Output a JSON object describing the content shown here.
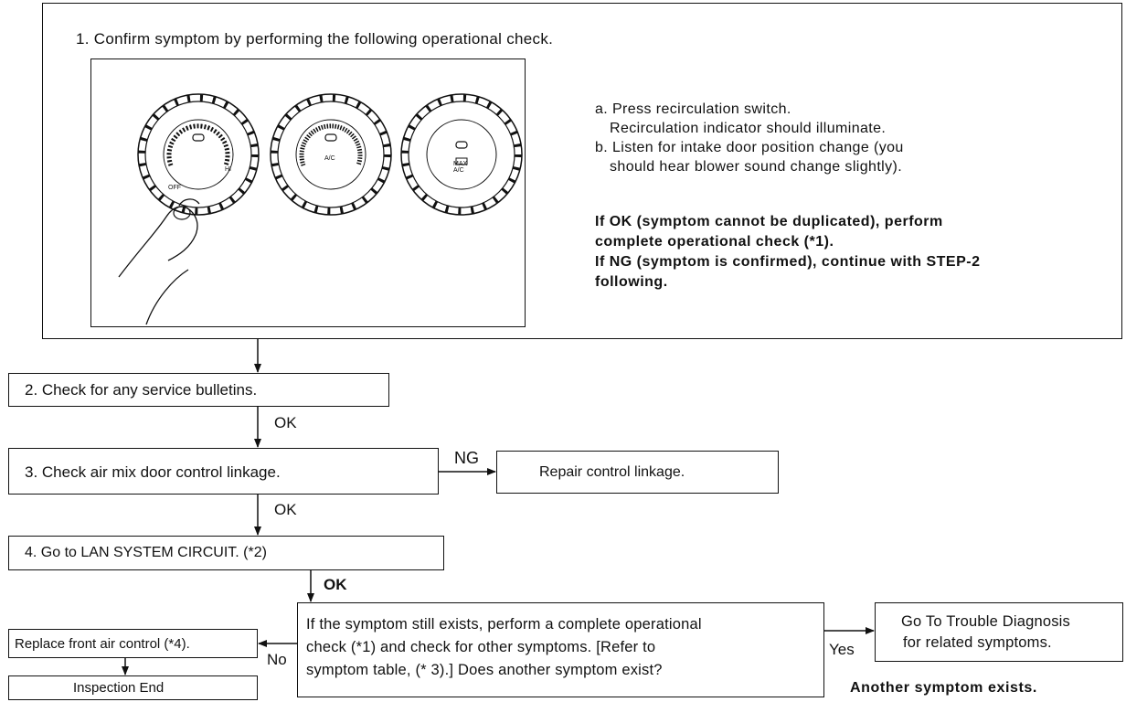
{
  "step1": {
    "title": "1. Confirm symptom by performing the following operational check.",
    "notes": [
      "a. Press recirculation switch.",
      "Recirculation indicator should illuminate.",
      "b. Listen for intake door position change (you",
      "should hear blower sound change slightly)."
    ],
    "ok_lines": [
      "If OK (symptom cannot be duplicated), perform",
      "complete operational check (*1).",
      "If NG (symptom is confirmed), continue with STEP-2",
      "following."
    ],
    "dials": {
      "left": {
        "off": "OFF",
        "hi": "HI"
      },
      "middle": {
        "ac": "A/C"
      },
      "right": {
        "max": "MAX",
        "ac": "A/C"
      }
    }
  },
  "step2": {
    "text": "2. Check for any service bulletins."
  },
  "step3": {
    "text": "3.  Check air mix door control linkage."
  },
  "repair": {
    "text": "Repair control linkage."
  },
  "step4": {
    "text": "4. Go to LAN SYSTEM CIRCUIT. (*2)"
  },
  "replace": {
    "text": "Replace front air control (*4)."
  },
  "inspection_end": {
    "text": "Inspection End"
  },
  "decision": {
    "lines": [
      "If the symptom still exists, perform a complete operational",
      "check (*1) and check for other symptoms. [Refer to",
      "symptom table, (* 3).]  Does another symptom exist?"
    ]
  },
  "goto": {
    "lines": [
      "Go To Trouble Diagnosis",
      "for related symptoms."
    ]
  },
  "labels": {
    "ok1": "OK",
    "ok2": "OK",
    "ok3": "OK",
    "ng": "NG",
    "no": "No",
    "yes": "Yes"
  },
  "another_symptom": "Another symptom exists."
}
